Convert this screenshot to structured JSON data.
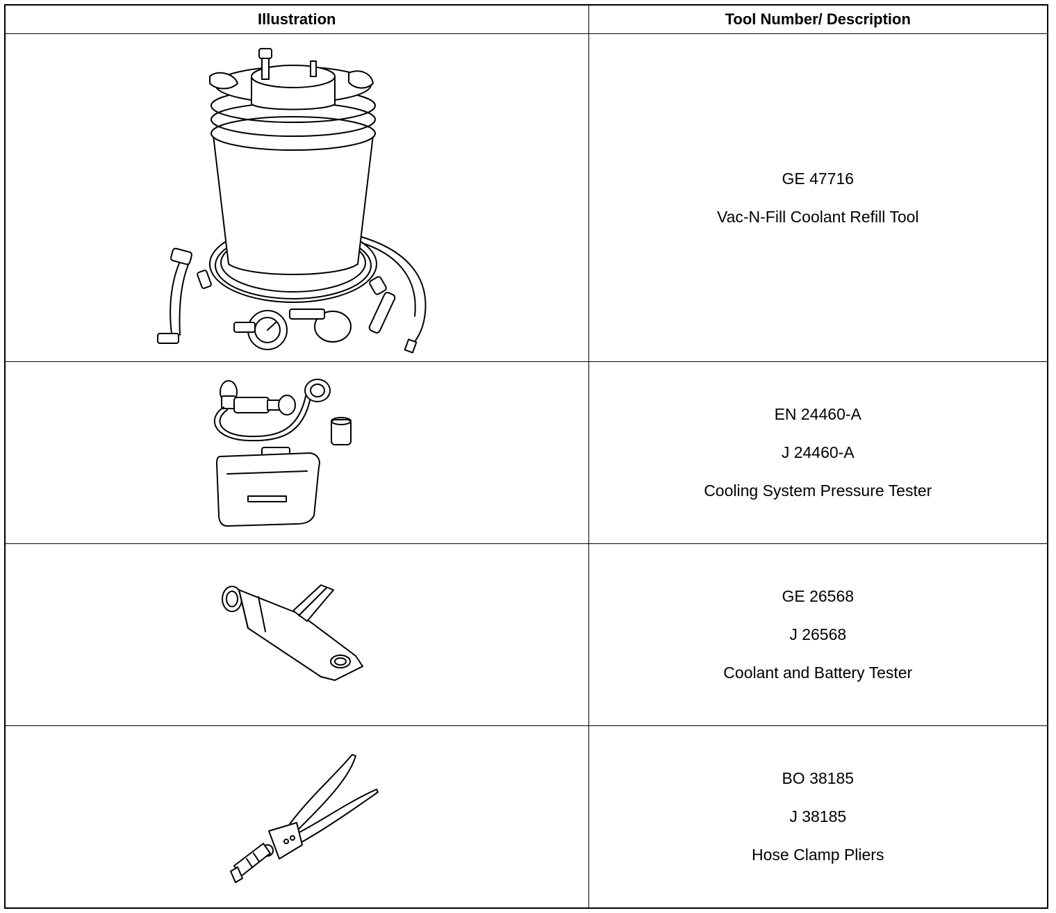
{
  "table": {
    "headers": {
      "illustration": "Illustration",
      "description": "Tool Number/ Description"
    },
    "rows": [
      {
        "lines": [
          "GE 47716",
          "Vac-N-Fill Coolant Refill Tool"
        ]
      },
      {
        "lines": [
          "EN 24460-A",
          "J 24460-A",
          "Cooling System Pressure Tester"
        ]
      },
      {
        "lines": [
          "GE 26568",
          "J 26568",
          "Coolant and Battery Tester"
        ]
      },
      {
        "lines": [
          "BO 38185",
          "J 38185",
          "Hose Clamp Pliers"
        ]
      }
    ]
  }
}
